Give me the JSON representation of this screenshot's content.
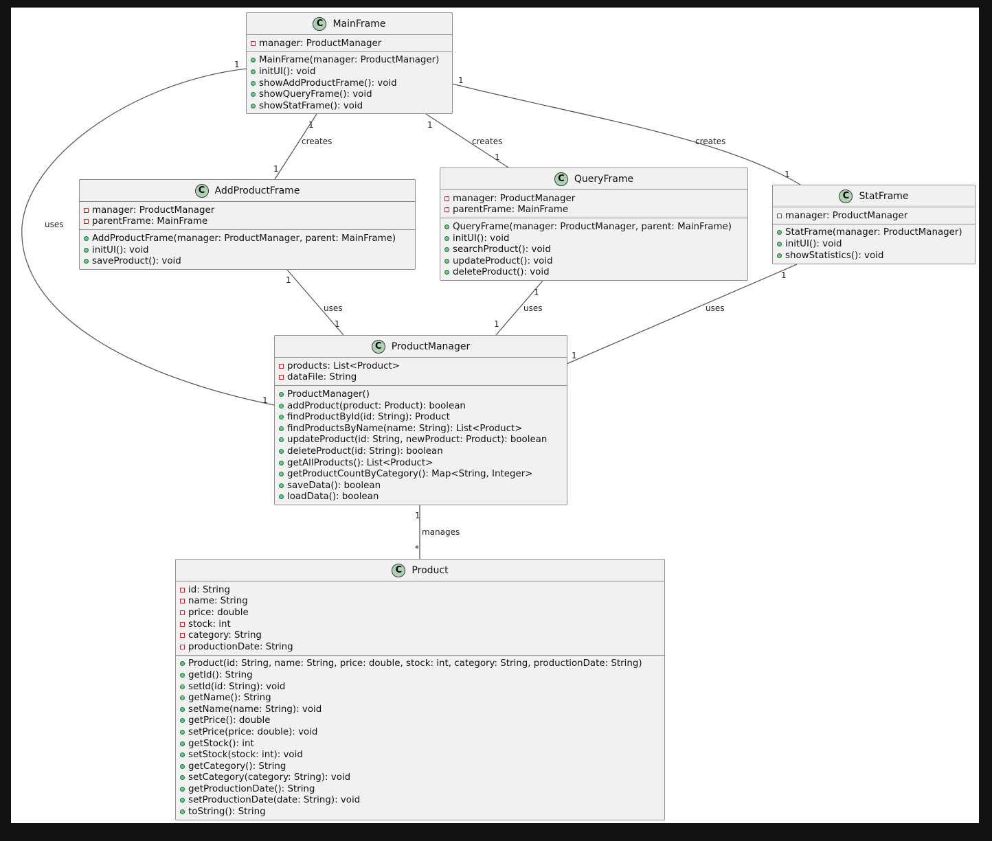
{
  "classes": {
    "mainframe": {
      "name": "MainFrame",
      "attributes": [
        "manager: ProductManager"
      ],
      "methods": [
        "MainFrame(manager: ProductManager)",
        "initUI(): void",
        "showAddProductFrame(): void",
        "showQueryFrame(): void",
        "showStatFrame(): void"
      ]
    },
    "addproductframe": {
      "name": "AddProductFrame",
      "attributes": [
        "manager: ProductManager",
        "parentFrame: MainFrame"
      ],
      "methods": [
        "AddProductFrame(manager: ProductManager, parent: MainFrame)",
        "initUI(): void",
        "saveProduct(): void"
      ]
    },
    "queryframe": {
      "name": "QueryFrame",
      "attributes": [
        "manager: ProductManager",
        "parentFrame: MainFrame"
      ],
      "methods": [
        "QueryFrame(manager: ProductManager, parent: MainFrame)",
        "initUI(): void",
        "searchProduct(): void",
        "updateProduct(): void",
        "deleteProduct(): void"
      ]
    },
    "statframe": {
      "name": "StatFrame",
      "attributes": [
        "manager: ProductManager"
      ],
      "methods": [
        "StatFrame(manager: ProductManager)",
        "initUI(): void",
        "showStatistics(): void"
      ]
    },
    "productmanager": {
      "name": "ProductManager",
      "attributes": [
        "products: List<Product>",
        "dataFile: String"
      ],
      "methods": [
        "ProductManager()",
        "addProduct(product: Product): boolean",
        "findProductById(id: String): Product",
        "findProductsByName(name: String): List<Product>",
        "updateProduct(id: String, newProduct: Product): boolean",
        "deleteProduct(id: String): boolean",
        "getAllProducts(): List<Product>",
        "getProductCountByCategory(): Map<String, Integer>",
        "saveData(): boolean",
        "loadData(): boolean"
      ]
    },
    "product": {
      "name": "Product",
      "attributes": [
        "id: String",
        "name: String",
        "price: double",
        "stock: int",
        "category: String",
        "productionDate: String"
      ],
      "methods": [
        "Product(id: String, name: String, price: double, stock: int, category: String, productionDate: String)",
        "getId(): String",
        "setId(id: String): void",
        "getName(): String",
        "setName(name: String): void",
        "getPrice(): double",
        "setPrice(price: double): void",
        "getStock(): int",
        "setStock(stock: int): void",
        "getCategory(): String",
        "setCategory(category: String): void",
        "getProductionDate(): String",
        "setProductionDate(date: String): void",
        "toString(): String"
      ]
    }
  },
  "class_icon_letter": "C",
  "relations": {
    "main_add": {
      "label": "creates",
      "from_mult": "1",
      "to_mult": "1"
    },
    "main_query": {
      "label": "creates",
      "from_mult": "1",
      "to_mult": "1"
    },
    "main_stat": {
      "label": "creates",
      "from_mult": "1",
      "to_mult": "1"
    },
    "main_pm": {
      "label": "uses",
      "from_mult": "1",
      "to_mult": "1"
    },
    "add_pm": {
      "label": "uses",
      "from_mult": "1",
      "to_mult": "1"
    },
    "query_pm": {
      "label": "uses",
      "from_mult": "1",
      "to_mult": "1"
    },
    "stat_pm": {
      "label": "uses",
      "from_mult": "1",
      "to_mult": "1"
    },
    "pm_product": {
      "label": "manages",
      "from_mult": "1",
      "to_mult": "*"
    }
  },
  "colors": {
    "class_fill": "#f1f1f1",
    "class_border": "#8e8e8e",
    "icon_fill": "#add1b2",
    "private_marker": "#c82930",
    "public_marker": "#84be84",
    "line": "#5a5a5a"
  }
}
